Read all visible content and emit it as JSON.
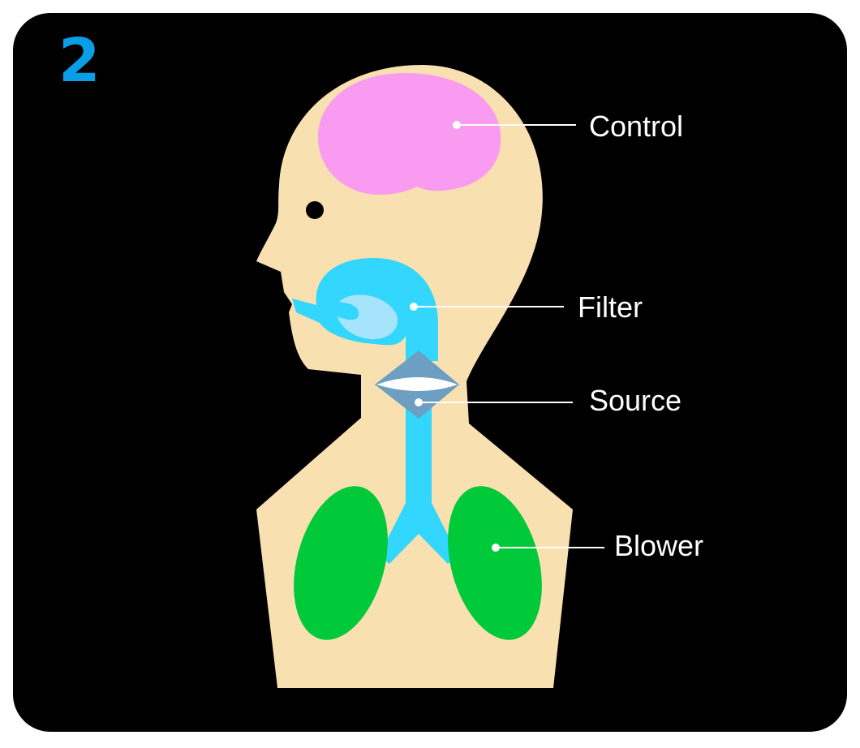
{
  "step_number": "2",
  "labels": {
    "control": "Control",
    "filter": "Filter",
    "source": "Source",
    "blower": "Blower"
  },
  "colors": {
    "background": "#000000",
    "step_number": "#0a9de8",
    "skin": "#f9e0b0",
    "brain": "#f99cf1",
    "airway": "#33d6fc",
    "tongue": "#a6e4fb",
    "larynx": "#6c9fc1",
    "lungs": "#00c93a",
    "leader": "#ffffff"
  }
}
